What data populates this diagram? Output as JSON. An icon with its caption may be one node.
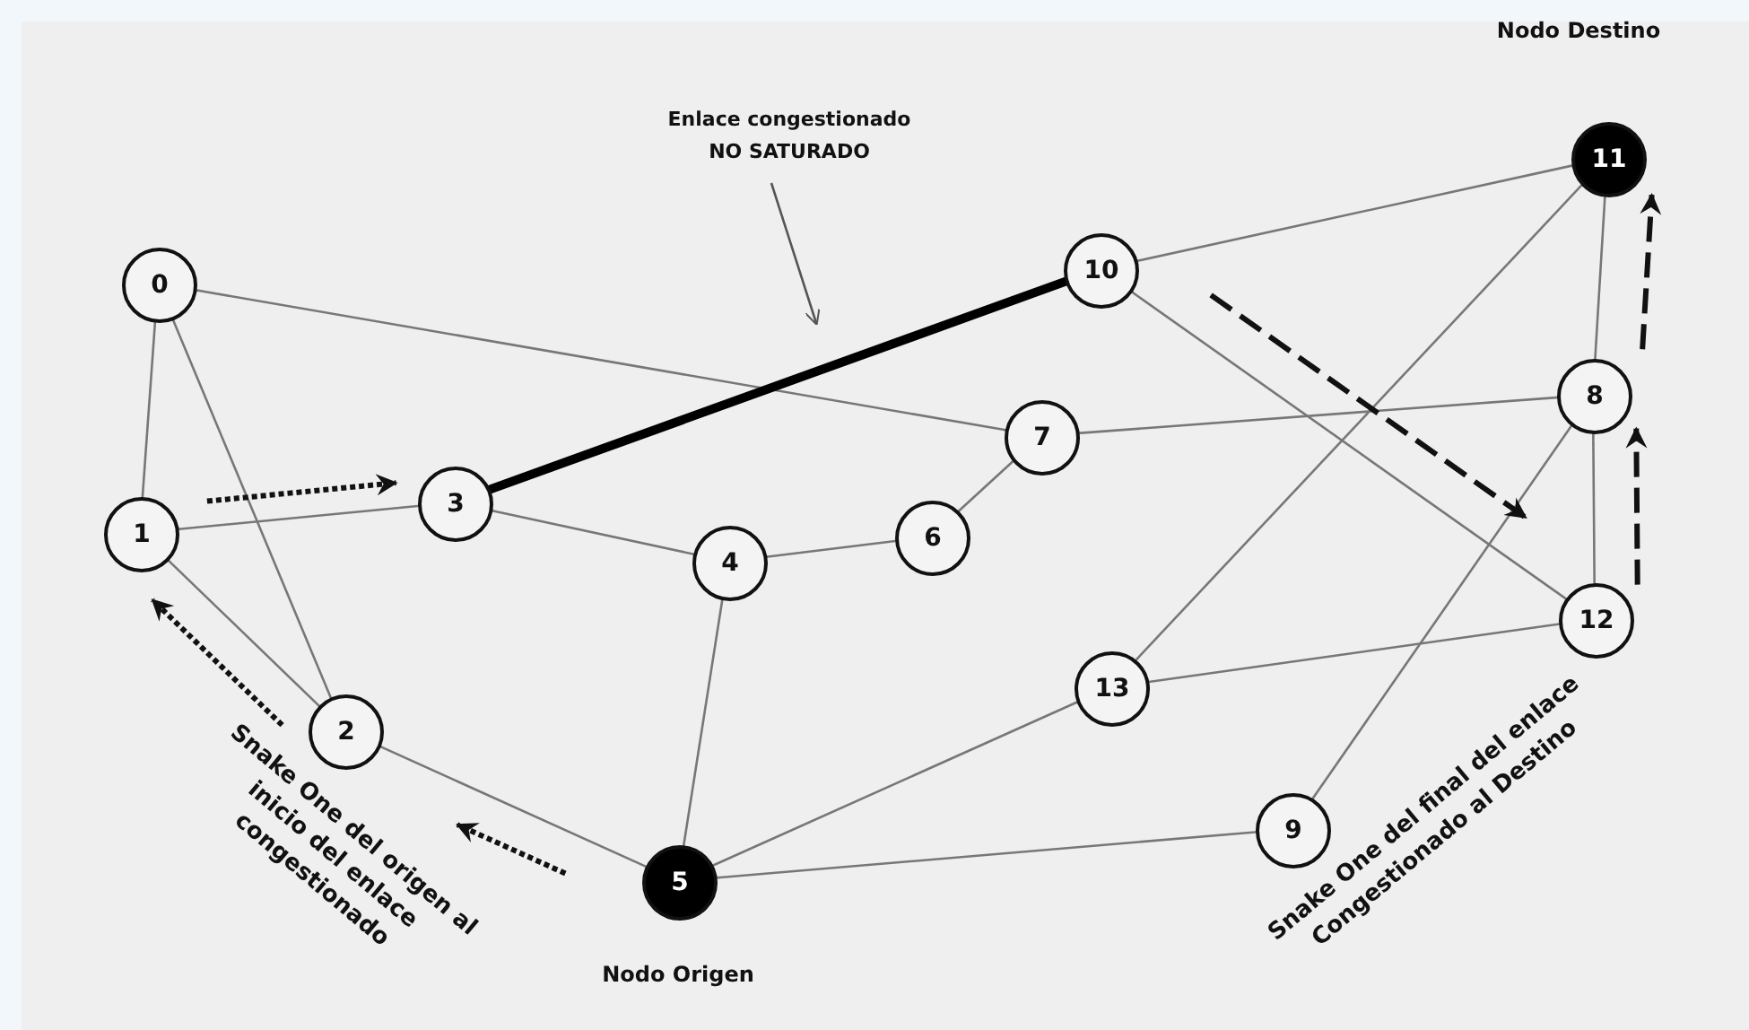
{
  "diagram": {
    "nodes": [
      {
        "text": [
          "0"
        ]
      },
      {
        "text": [
          "1"
        ]
      },
      {
        "text": [
          "2"
        ]
      },
      {
        "text": [
          "3"
        ]
      },
      {
        "text": [
          "4"
        ]
      },
      {
        "text": [
          "5"
        ],
        "beside": [
          "Nodo Origen"
        ]
      },
      {
        "text": [
          "6"
        ]
      },
      {
        "text": [
          "7"
        ]
      },
      {
        "text": [
          "8"
        ]
      },
      {
        "text": [
          "9"
        ]
      },
      {
        "text": [
          "10"
        ]
      },
      {
        "text": [
          "11"
        ],
        "beside": [
          "Nodo Destino"
        ]
      },
      {
        "text": [
          "12"
        ]
      },
      {
        "text": [
          "13"
        ]
      },
      {
        "text": [
          "Enlace congestionado NO SATURADO"
        ]
      }
    ],
    "edges": [
      {
        "from": 0,
        "to": 1,
        "arrow": "none"
      },
      {
        "from": 0,
        "to": 2,
        "arrow": "none"
      },
      {
        "from": 0,
        "to": 7,
        "arrow": "none"
      },
      {
        "from": 1,
        "to": 3,
        "arrow": "none"
      },
      {
        "from": 1,
        "to": 2,
        "arrow": "none"
      },
      {
        "from": 2,
        "to": 5,
        "arrow": "none"
      },
      {
        "from": 3,
        "to": 10,
        "arrow": "none",
        "style": "thick",
        "color": "#000000"
      },
      {
        "from": 3,
        "to": 4,
        "arrow": "none"
      },
      {
        "from": 4,
        "to": 6,
        "arrow": "none"
      },
      {
        "from": 6,
        "to": 7,
        "arrow": "none"
      },
      {
        "from": 4,
        "to": 5,
        "arrow": "none"
      },
      {
        "from": 5,
        "to": 13,
        "arrow": "none"
      },
      {
        "from": 5,
        "to": 9,
        "arrow": "none"
      },
      {
        "from": 7,
        "to": 8,
        "arrow": "none"
      },
      {
        "from": 10,
        "to": 11,
        "arrow": "none"
      },
      {
        "from": 10,
        "to": 12,
        "arrow": "none"
      },
      {
        "from": 13,
        "to": 11,
        "arrow": "none"
      },
      {
        "from": 8,
        "to": 11,
        "arrow": "none"
      },
      {
        "from": 8,
        "to": 12,
        "arrow": "none"
      },
      {
        "from": 9,
        "to": 8,
        "arrow": "none"
      },
      {
        "from": 13,
        "to": 12,
        "arrow": "none"
      },
      {
        "from": 14,
        "to": null,
        "arrow": "to"
      },
      {
        "from": 1,
        "to": 3,
        "arrow": "to",
        "style": "dashed",
        "color": "#111111"
      },
      {
        "from": 2,
        "to": 1,
        "arrow": "to",
        "style": "dashed",
        "color": "#111111"
      },
      {
        "from": 5,
        "to": 2,
        "arrow": "to",
        "style": "dashed",
        "color": "#111111"
      },
      {
        "from": 10,
        "to": 12,
        "arrow": "to",
        "style": "dashed",
        "color": "#111111"
      },
      {
        "from": 12,
        "to": 8,
        "arrow": "to",
        "style": "dashed",
        "color": "#111111"
      },
      {
        "from": 8,
        "to": 11,
        "arrow": "to",
        "style": "dashed",
        "color": "#111111"
      }
    ],
    "labels": [
      "Snake One del origen al inicio del enlace congestionado",
      "Snake One del final del enlace Congestionado al  Destino"
    ]
  }
}
